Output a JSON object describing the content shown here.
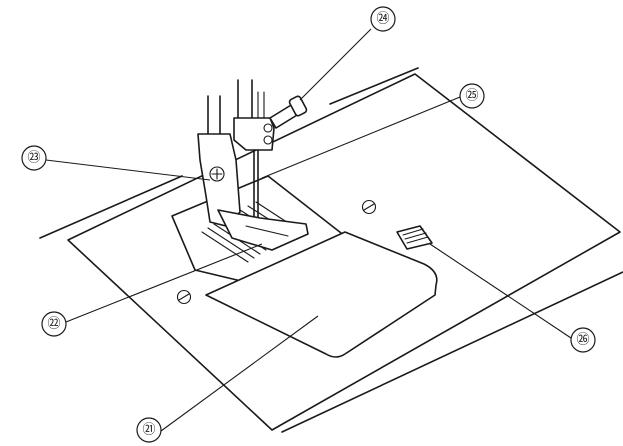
{
  "callouts": [
    {
      "id": "presser-foot-screw",
      "label": "㉓"
    },
    {
      "id": "needle-clamp-screw",
      "label": "㉔"
    },
    {
      "id": "needle",
      "label": "㉕"
    },
    {
      "id": "feed-dogs",
      "label": "㉒"
    },
    {
      "id": "hook-cover-plate",
      "label": "㉑"
    },
    {
      "id": "hook-cover-release-button",
      "label": "㉖"
    }
  ]
}
